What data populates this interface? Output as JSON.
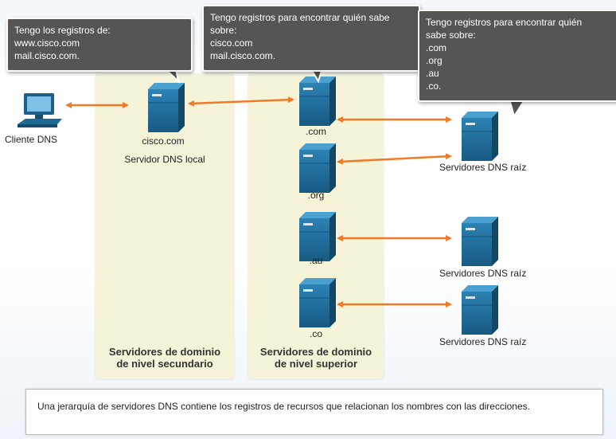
{
  "bubbles": {
    "local": {
      "lines": [
        "Tengo los registros de:",
        "www.cisco.com",
        "mail.cisco.com."
      ]
    },
    "top": {
      "lines": [
        "Tengo registros para encontrar quién sabe",
        "sobre:",
        "cisco.com",
        "mail.cisco.com."
      ]
    },
    "root": {
      "lines": [
        "Tengo registros para encontrar quién",
        "sabe sobre:",
        ".com",
        ".org",
        ".au",
        ".co."
      ]
    }
  },
  "client": {
    "label": "Cliente DNS"
  },
  "local_server": {
    "name": "cisco.com",
    "label": "Servidor DNS local"
  },
  "panels": {
    "secondary": {
      "line1": "Servidores de dominio",
      "line2": "de nivel secundario"
    },
    "top": {
      "line1": "Servidores de dominio",
      "line2": "de nivel superior"
    }
  },
  "tld_servers": [
    {
      "label": ".com"
    },
    {
      "label": ".org"
    },
    {
      "label": ".au"
    },
    {
      "label": ".co"
    }
  ],
  "root_servers": [
    {
      "label": "Servidores DNS raíz"
    },
    {
      "label": "Servidores DNS raíz"
    },
    {
      "label": "Servidores DNS raíz"
    }
  ],
  "caption": "Una jerarquía de servidores DNS contiene los registros de recursos que relacionan los nombres con las direcciones.",
  "colors": {
    "arrow": "#f07a2a",
    "server": "#1f6d9a",
    "panel": "#f6f4d8",
    "bubble": "#555555"
  }
}
